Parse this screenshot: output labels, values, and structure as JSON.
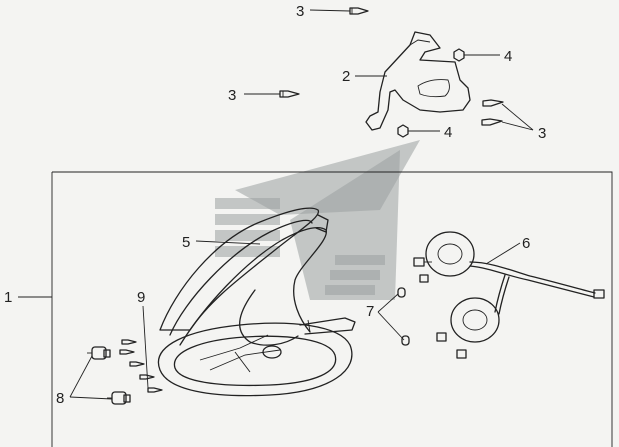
{
  "callouts": {
    "c1": "1",
    "c2": "2",
    "c3a": "3",
    "c3b": "3",
    "c3c": "3",
    "c4a": "4",
    "c4b": "4",
    "c5": "5",
    "c6": "6",
    "c7": "7",
    "c8": "8",
    "c9": "9"
  }
}
